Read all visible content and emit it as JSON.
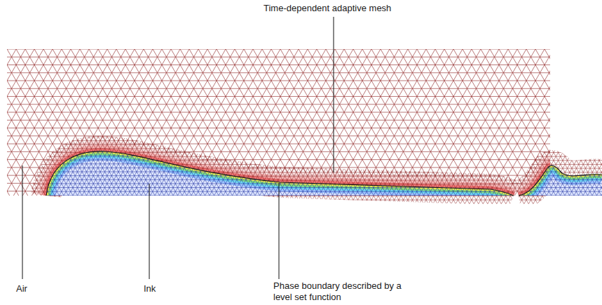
{
  "diagram": {
    "labels": [
      "Time-dependent adaptive mesh",
      "Air",
      "Ink",
      "Phase boundary described by a level set function"
    ]
  }
}
